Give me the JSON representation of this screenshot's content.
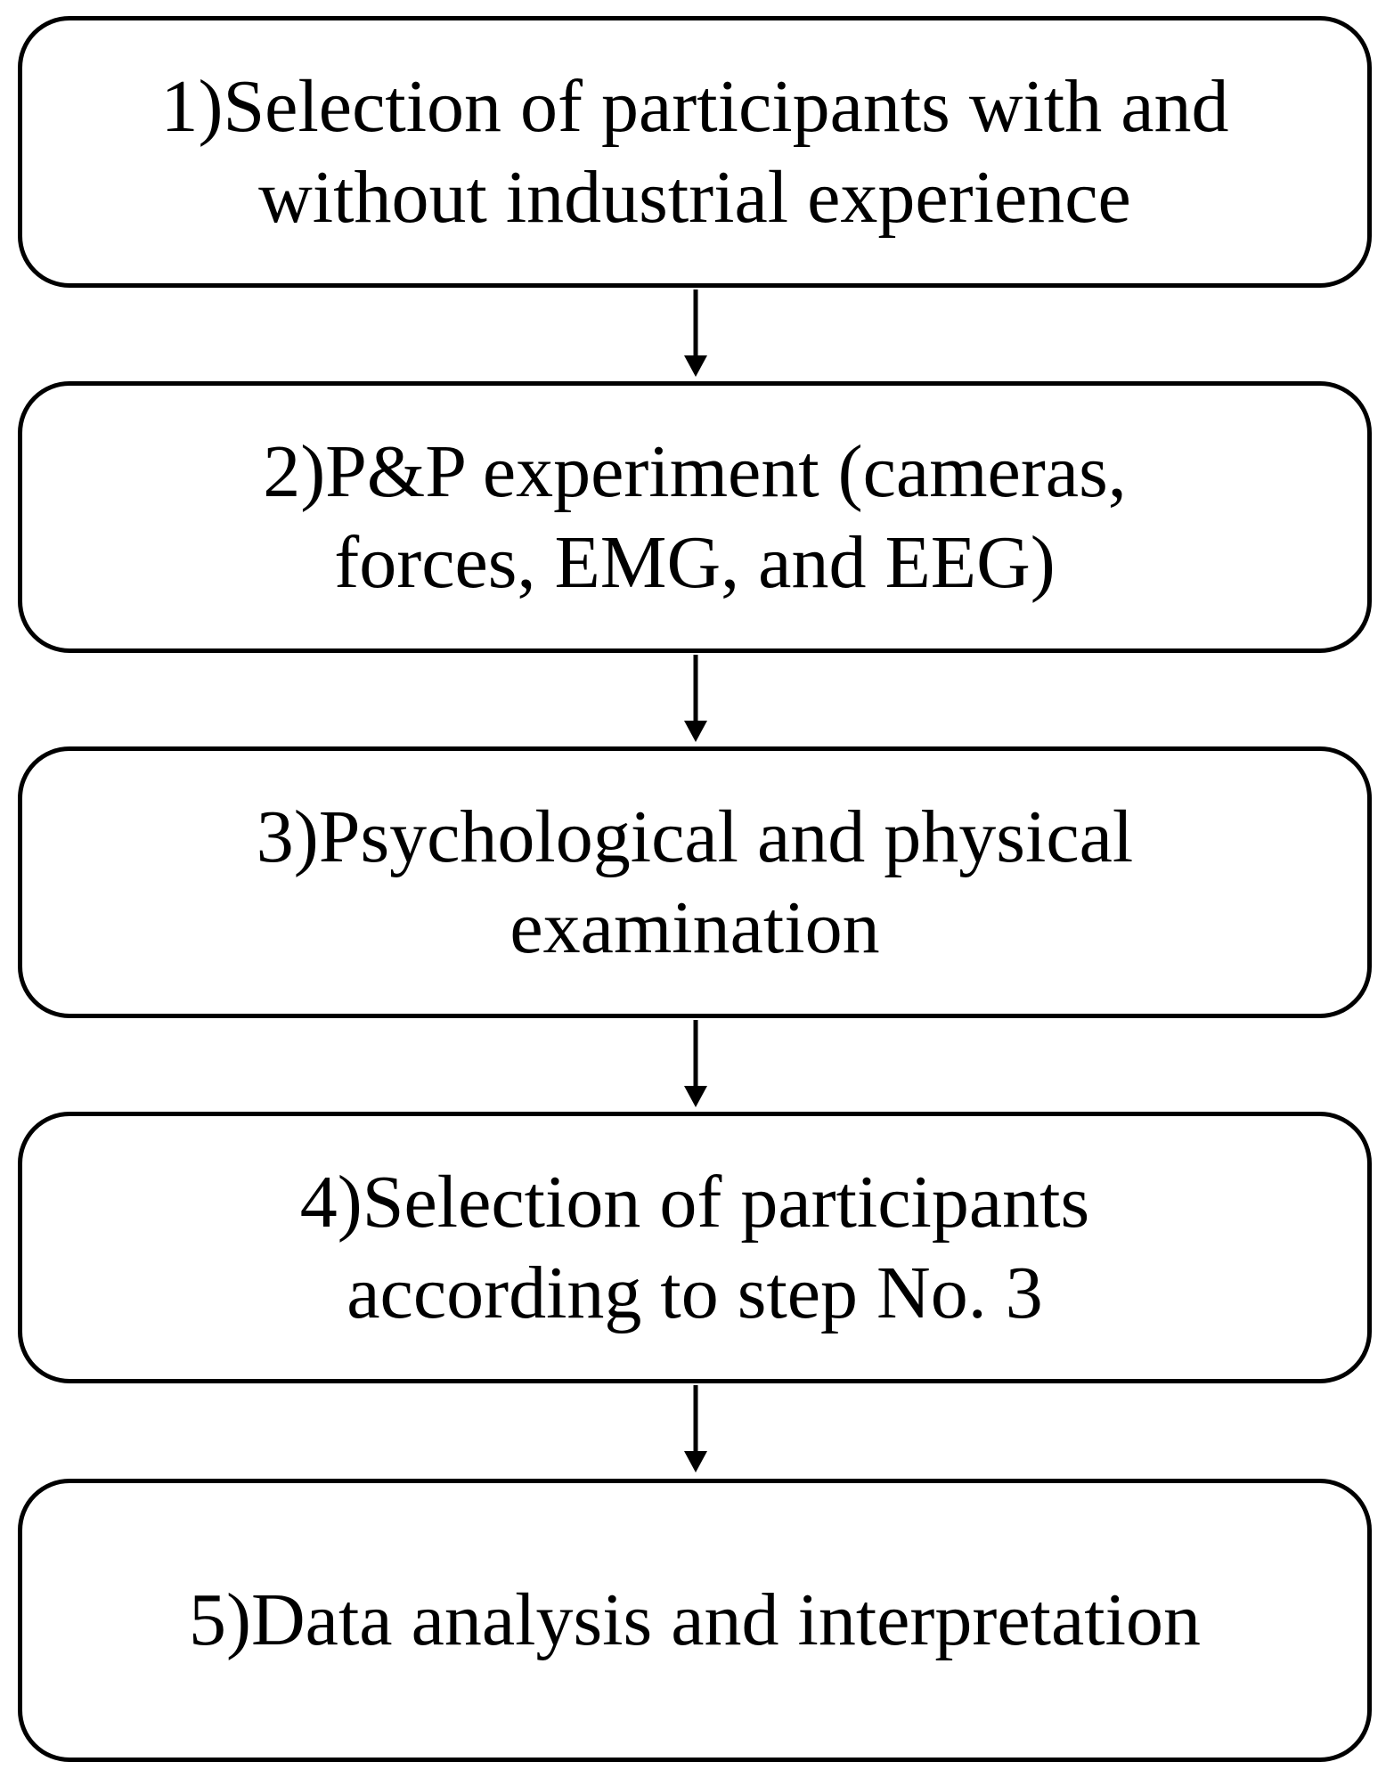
{
  "flowchart": {
    "steps": [
      {
        "line1": "1)Selection of participants with and",
        "line2": "without industrial experience"
      },
      {
        "line1": "2)P&P experiment (cameras,",
        "line2": "forces, EMG, and EEG)"
      },
      {
        "line1": "3)Psychological and physical",
        "line2": "examination"
      },
      {
        "line1": "4)Selection of participants",
        "line2": "according to step No. 3"
      },
      {
        "line1": "5)Data analysis and interpretation",
        "line2": ""
      }
    ],
    "colors": {
      "stroke": "#000000",
      "fill": "#ffffff",
      "text": "#000000"
    }
  }
}
